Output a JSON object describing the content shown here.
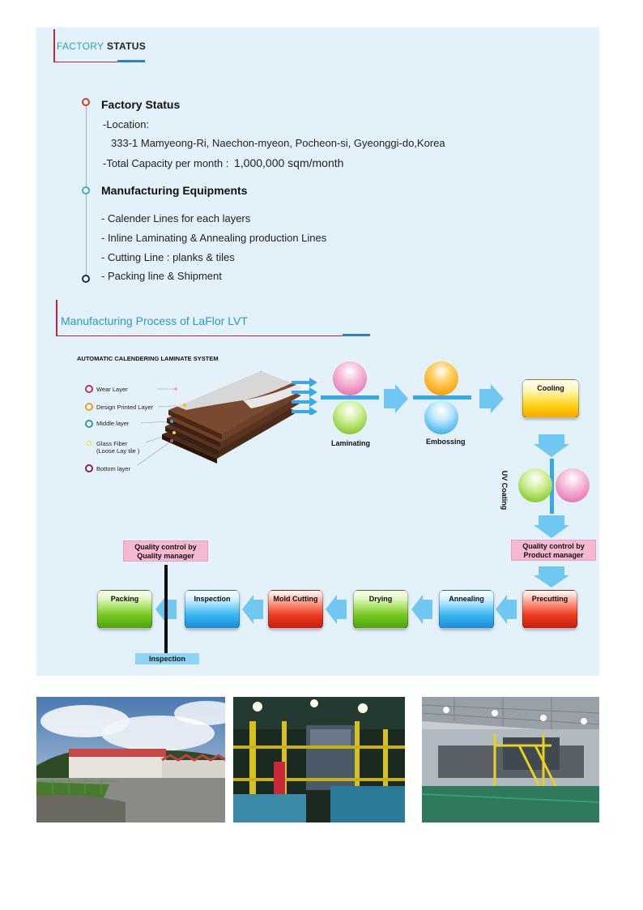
{
  "header": {
    "title_part1": "FACTORY",
    "title_part2": "STATUS"
  },
  "factory_status": {
    "heading": "Factory Status",
    "location_label": "-Location:",
    "address": "333-1 Mamyeong-Ri, Naechon-myeon, Pocheon-si, Gyeonggi-do,Korea",
    "capacity_label": "-Total Capacity per month  :",
    "capacity_value": "1,000,000 sqm/month"
  },
  "equipments": {
    "heading": "Manufacturing Equipments",
    "items": [
      "- Calender Lines for each layers",
      "- Inline Laminating & Annealing production Lines",
      "- Cutting Line : planks & tiles",
      "- Packing line & Shipment"
    ]
  },
  "process": {
    "title": "Manufacturing Process of LaFlor LVT",
    "system_title": "AUTOMATIC CALENDERING LAMINATE SYSTEM",
    "layers": [
      "Wear Layer",
      "Design Printed Layer",
      "Middle layer",
      "Glass Fiber",
      "(Loose Lay tile )",
      "Bottom layer"
    ],
    "laminating": "Laminating",
    "embossing": "Embossing",
    "cooling": "Cooling",
    "uv_coating": "UV Coating",
    "qc_product": [
      "Quality control by",
      "Product manager"
    ],
    "qc_quality": [
      "Quality control by",
      "Quality manager"
    ],
    "precutting": "Precutting",
    "annealing": "Annealing",
    "drying": "Drying",
    "mold_cutting": "Mold Cutting",
    "inspection": "Inspection",
    "packing": "Packing",
    "inspection_label": "Inspection"
  },
  "colors": {
    "accent_red": "#c0263a",
    "accent_blue": "#2f7fc1",
    "title_cyan": "#2aa0c8",
    "panel_bg": "#e3f1fb"
  }
}
